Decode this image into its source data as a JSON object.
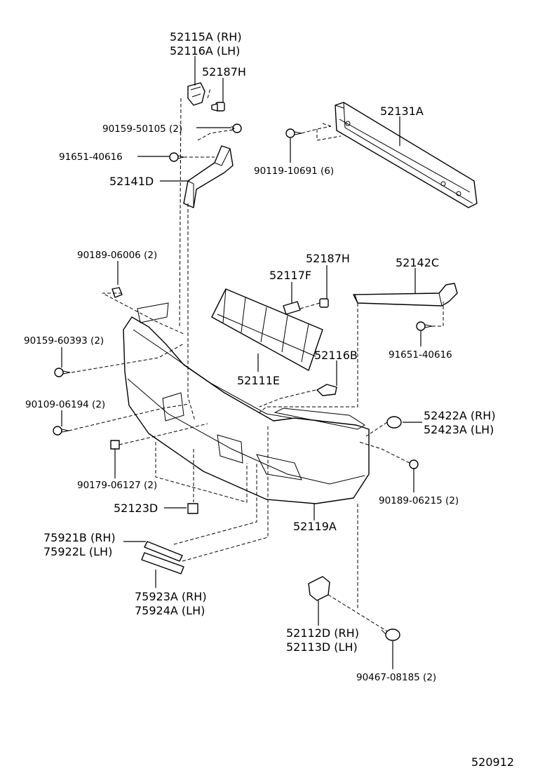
{
  "labels": {
    "p52115A": "52115A (RH)",
    "p52116A": "52116A (LH)",
    "p52187H_top": "52187H",
    "p90159_50105": "90159-50105 (2)",
    "p91651_top": "91651-40616",
    "p52141D": "52141D",
    "p52131A": "52131A",
    "p90119": "90119-10691 (6)",
    "p90189_06006": "90189-06006 (2)",
    "p52187H_mid": "52187H",
    "p52117F": "52117F",
    "p52142C": "52142C",
    "p91651_mid": "91651-40616",
    "p90159_60393": "90159-60393 (2)",
    "p52116B": "52116B",
    "p52111E": "52111E",
    "p90109": "90109-06194 (2)",
    "p52422A": "52422A (RH)",
    "p52423A": "52423A (LH)",
    "p90179": "90179-06127 (2)",
    "p90189_06215": "90189-06215 (2)",
    "p52123D": "52123D",
    "p52119A": "52119A",
    "p75921B": "75921B (RH)",
    "p75922L": "75922L (LH)",
    "p75923A": "75923A (RH)",
    "p75924A": "75924A (LH)",
    "p52112D": "52112D (RH)",
    "p52113D": "52113D (LH)",
    "p90467": "90467-08185 (2)",
    "diagram_code": "520912"
  }
}
